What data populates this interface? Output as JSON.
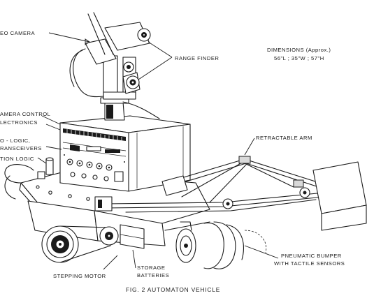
{
  "labels": {
    "video_camera": "EO CAMERA",
    "range_finder": "RANGE FINDER",
    "dimensions_title": "DIMENSIONS (Approx.)",
    "dimensions_values": "56\"L ; 35\"W ; 57\"H",
    "camera_control_1": "AMERA CONTROL",
    "camera_control_2": "LECTRONICS",
    "logic_1": "O - LOGIC,",
    "logic_2": "RANSCEIVERS",
    "action_logic": "TION LOGIC",
    "retractable_arm": "RETRACTABLE ARM",
    "pneumatic_1": "PNEUMATIC BUMPER",
    "pneumatic_2": "WITH TACTILE SENSORS",
    "stepping_motor": "STEPPING MOTOR",
    "storage_1": "STORAGE",
    "storage_2": "BATTERIES"
  },
  "caption": "FIG. 2   AUTOMATON VEHICLE"
}
